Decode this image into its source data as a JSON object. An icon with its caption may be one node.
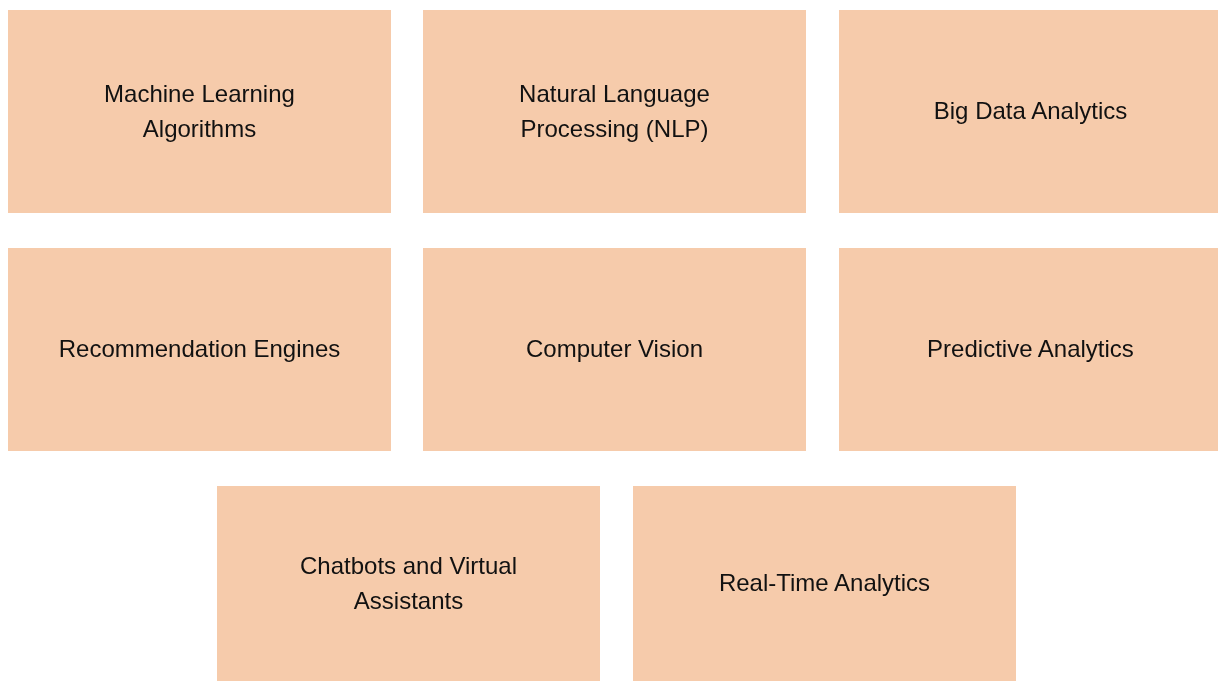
{
  "diagram": {
    "nodes": [
      {
        "text": [
          "Machine Learning Algorithms"
        ]
      },
      {
        "text": [
          "Natural Language Processing (NLP)"
        ]
      },
      {
        "text": [
          "Big Data Analytics"
        ]
      },
      {
        "text": [
          "Recommendation Engines"
        ]
      },
      {
        "text": [
          "Computer Vision"
        ]
      },
      {
        "text": [
          "Predictive Analytics"
        ]
      },
      {
        "text": [
          "Chatbots and Virtual Assistants"
        ]
      },
      {
        "text": [
          "Real-Time Analytics"
        ]
      }
    ]
  }
}
